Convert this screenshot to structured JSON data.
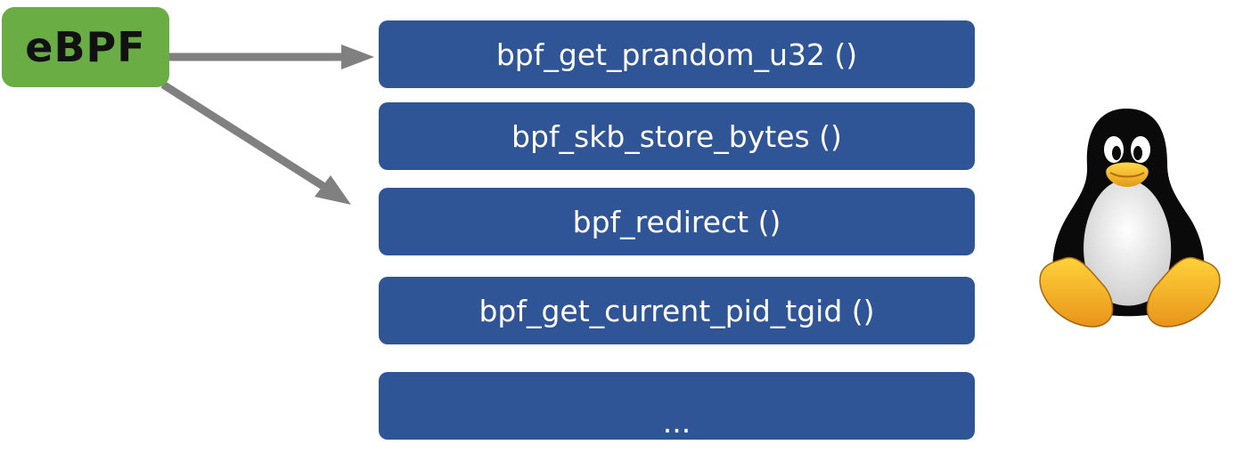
{
  "ebpf": {
    "label": "eBPF",
    "color": "#6aad45"
  },
  "helpers": {
    "color": "#2f5597",
    "items": [
      {
        "label": "bpf_get_prandom_u32 ()"
      },
      {
        "label": "bpf_skb_store_bytes ()"
      },
      {
        "label": "bpf_redirect ()"
      },
      {
        "label": "bpf_get_current_pid_tgid ()"
      },
      {
        "label": "..."
      }
    ]
  },
  "arrows": {
    "color": "#808080"
  },
  "logo": {
    "icon": "linux-tux-penguin-icon"
  }
}
